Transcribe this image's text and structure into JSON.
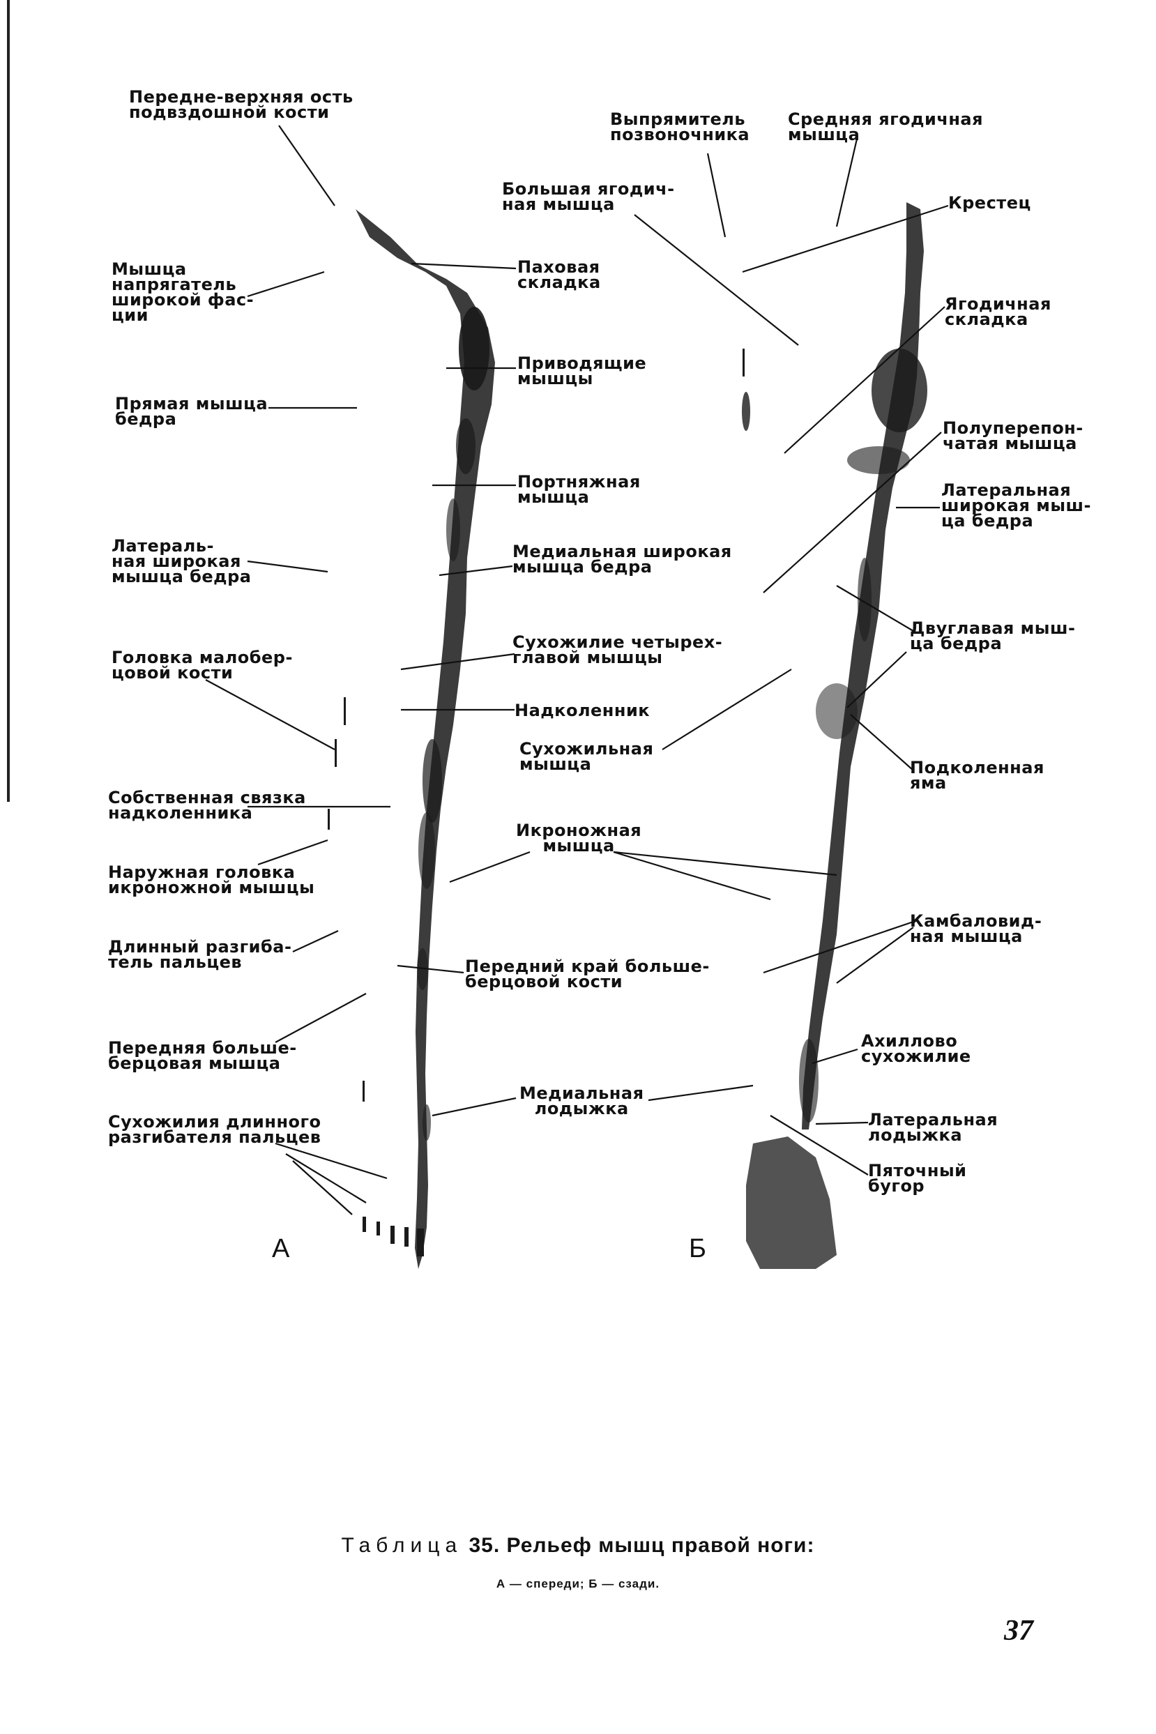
{
  "labels_a": [
    "Передне-верхняя ость\nподвздошной кости",
    "Мышца\nнапрягатель\nширокой фас-\nции",
    "Прямая мышца\nбедра",
    "Латераль-\nная широкая\nмышца бедра",
    "Головка малобер-\nцовой кости",
    "Собственная связка\nнадколенника",
    "Наружная головка\nикроножной мышцы",
    "Длинный разгиба-\nтель пальцев",
    "Передняя больше-\nберцовая мышца",
    "Сухожилия длинного\nразгибателя пальцев"
  ],
  "labels_middle": [
    "Паховая\nскладка",
    "Приводящие\nмышцы",
    "Портняжная\nмышца",
    "Медиальная широкая\nмышца бедра",
    "Сухожилие четырех-\nглавой мышцы",
    "Надколенник",
    "Сухожильная\nмышца",
    "Икроножная\nмышца",
    "Передний край больше-\nберцовой кости",
    "Медиальная\nлодыжка"
  ],
  "labels_b_top": [
    "Выпрямитель\nпозвоночника",
    "Средняя ягодичная\nмышца",
    "Большая ягодич-\nная мышца"
  ],
  "labels_b_right": [
    "Крестец",
    "Ягодичная\nскладка",
    "Полуперепон-\nчатая мышца",
    "Латеральная\nширокая мыш-\nца бедра",
    "Двуглавая мыш-\nца бедра",
    "Подколенная\nяма",
    "Камбаловид-\nная мышца",
    "Ахиллово\nсухожилие",
    "Латеральная\nлодыжка",
    "Пяточный\nбугор"
  ],
  "figure_letters": [
    "А",
    "Б"
  ],
  "caption": {
    "lead": "Таблица",
    "text": " 35. Рельеф мышц правой ноги:",
    "sub": "А — спереди; Б — сзади."
  },
  "page_number": "37"
}
